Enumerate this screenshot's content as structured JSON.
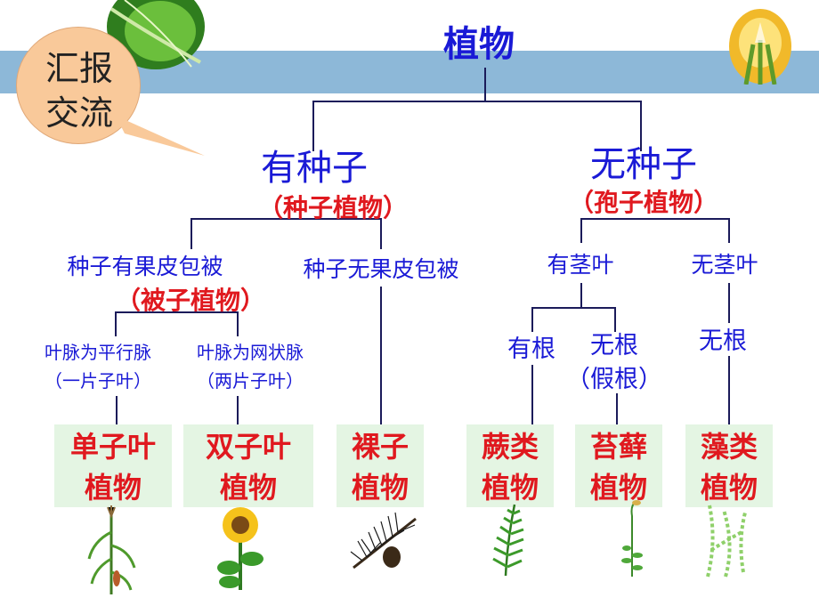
{
  "bubble": {
    "line1": "汇报",
    "line2": "交流"
  },
  "root": "植物",
  "level1": [
    {
      "label": "有种子",
      "sub": "（种子植物）"
    },
    {
      "label": "无种子",
      "sub": "（孢子植物）"
    }
  ],
  "seed_branches": [
    {
      "label": "种子有果皮包被",
      "sub": "（被子植物）"
    },
    {
      "label": "种子无果皮包被"
    }
  ],
  "spore_branches": [
    {
      "label": "有茎叶"
    },
    {
      "label": "无茎叶"
    }
  ],
  "angio_branches": [
    {
      "line1": "叶脉为平行脉",
      "line2": "（一片子叶）"
    },
    {
      "line1": "叶脉为网状脉",
      "line2": "（两片子叶）"
    }
  ],
  "stem_branches": [
    {
      "line1": "有根"
    },
    {
      "line1": "无根",
      "line2": "（假根）"
    }
  ],
  "noroot": "无根",
  "groups": [
    {
      "line1": "单子叶",
      "line2": "植物",
      "icon": "corn-plant-icon"
    },
    {
      "line1": "双子叶",
      "line2": "植物",
      "icon": "sunflower-icon"
    },
    {
      "line1": "裸子",
      "line2": "植物",
      "icon": "pine-branch-icon"
    },
    {
      "line1": "蕨类",
      "line2": "植物",
      "icon": "fern-icon"
    },
    {
      "line1": "苔藓",
      "line2": "植物",
      "icon": "moss-icon"
    },
    {
      "line1": "藻类",
      "line2": "植物",
      "icon": "algae-icon"
    }
  ],
  "colors": {
    "label": "#1a1ad6",
    "highlight": "#e0191f",
    "band": "#8db8d8",
    "box": "#e4f5e3",
    "bubble": "#f9c99a"
  }
}
